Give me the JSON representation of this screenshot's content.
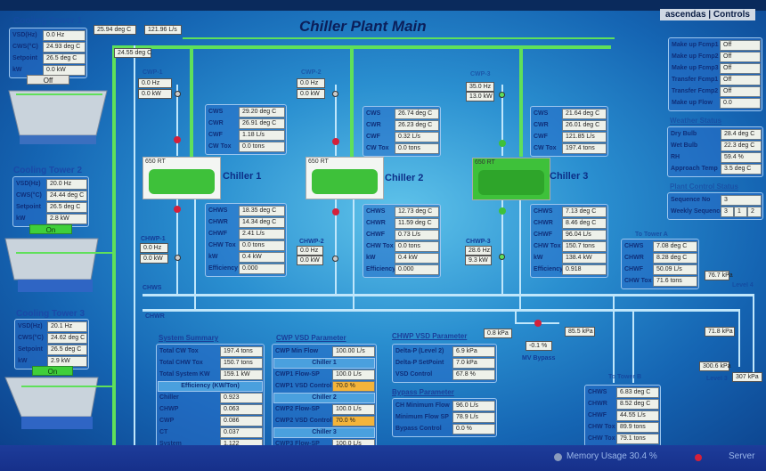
{
  "header": {
    "brand": "ascendas | Controls",
    "title": "Chiller Plant Main"
  },
  "cooling_towers": [
    {
      "title": "Cooling Tower 1",
      "state": "Off",
      "rows": [
        {
          "label": "VSD(Hz)",
          "value": "0.0 Hz"
        },
        {
          "label": "CWS(°C)",
          "value": "24.93 deg C"
        },
        {
          "label": "Setpoint",
          "value": "26.5 deg C"
        },
        {
          "label": "kW",
          "value": "0.0 kW"
        }
      ]
    },
    {
      "title": "Cooling Tower 2",
      "state": "On",
      "rows": [
        {
          "label": "VSD(Hz)",
          "value": "20.0 Hz"
        },
        {
          "label": "CWS(°C)",
          "value": "24.44 deg C"
        },
        {
          "label": "Setpoint",
          "value": "26.5 deg C"
        },
        {
          "label": "kW",
          "value": "2.8 kW"
        }
      ]
    },
    {
      "title": "Cooling Tower 3",
      "state": "On",
      "rows": [
        {
          "label": "VSD(Hz)",
          "value": "20.1 Hz"
        },
        {
          "label": "CWS(°C)",
          "value": "24.62 deg C"
        },
        {
          "label": "Setpoint",
          "value": "26.5 deg C"
        },
        {
          "label": "kW",
          "value": "2.9 kW"
        }
      ]
    }
  ],
  "header_readouts": {
    "cwr_temp": "25.94 deg C",
    "cw_flow": "121.96 L/s",
    "cws_temp": "24.55 deg C"
  },
  "chillers": [
    {
      "name": "Chiller 1",
      "capacity": "650 RT",
      "cwp": {
        "label": "CWP-1",
        "hz": "0.0 Hz",
        "kw": "0.0 kW"
      },
      "chwp": {
        "label": "CHWP-1",
        "hz": "0.0 Hz",
        "kw": "0.0 kW"
      },
      "cw": [
        {
          "label": "CWS",
          "value": "29.20 deg C"
        },
        {
          "label": "CWR",
          "value": "26.91 deg C"
        },
        {
          "label": "CWF",
          "value": "1.18 L/s"
        },
        {
          "label": "CW Tox",
          "value": "0.0 tons"
        }
      ],
      "chw": [
        {
          "label": "CHWS",
          "value": "18.35 deg C"
        },
        {
          "label": "CHWR",
          "value": "14.34 deg C"
        },
        {
          "label": "CHWF",
          "value": "2.41 L/s"
        },
        {
          "label": "CHW Tox",
          "value": "0.0 tons"
        },
        {
          "label": "kW",
          "value": "0.4 kW"
        },
        {
          "label": "Efficiency",
          "value": "0.000"
        }
      ]
    },
    {
      "name": "Chiller 2",
      "capacity": "650 RT",
      "cwp": {
        "label": "CWP-2",
        "hz": "0.0 Hz",
        "kw": "0.0 kW"
      },
      "chwp": {
        "label": "CHWP-2",
        "hz": "0.0 Hz",
        "kw": "0.0 kW"
      },
      "cw": [
        {
          "label": "CWS",
          "value": "26.74 deg C"
        },
        {
          "label": "CWR",
          "value": "26.23 deg C"
        },
        {
          "label": "CWF",
          "value": "0.32 L/s"
        },
        {
          "label": "CW Tox",
          "value": "0.0 tons"
        }
      ],
      "chw": [
        {
          "label": "CHWS",
          "value": "12.73 deg C"
        },
        {
          "label": "CHWR",
          "value": "11.59 deg C"
        },
        {
          "label": "CHWF",
          "value": "0.73 L/s"
        },
        {
          "label": "CHW Tox",
          "value": "0.0 tons"
        },
        {
          "label": "kW",
          "value": "0.4 kW"
        },
        {
          "label": "Efficiency",
          "value": "0.000"
        }
      ]
    },
    {
      "name": "Chiller 3",
      "capacity": "650 RT",
      "cwp": {
        "label": "CWP-3",
        "hz": "35.0 Hz",
        "kw": "13.0 kW"
      },
      "chwp": {
        "label": "CHWP-3",
        "hz": "28.6 Hz",
        "kw": "9.3 kW"
      },
      "cw": [
        {
          "label": "CWS",
          "value": "21.64 deg C"
        },
        {
          "label": "CWR",
          "value": "26.01 deg C"
        },
        {
          "label": "CWF",
          "value": "121.85 L/s"
        },
        {
          "label": "CW Tox",
          "value": "197.4 tons"
        }
      ],
      "chw": [
        {
          "label": "CHWS",
          "value": "7.13 deg C"
        },
        {
          "label": "CHWR",
          "value": "8.46 deg C"
        },
        {
          "label": "CHWF",
          "value": "96.04 L/s"
        },
        {
          "label": "CHW Tox",
          "value": "150.7 tons"
        },
        {
          "label": "kW",
          "value": "138.4 kW"
        },
        {
          "label": "Efficiency",
          "value": "0.918"
        }
      ]
    }
  ],
  "makeup": {
    "rows": [
      {
        "label": "Make up Fcmp1",
        "value": "Off"
      },
      {
        "label": "Make up Fcmp2",
        "value": "Off"
      },
      {
        "label": "Make up Fcmp3",
        "value": "Off"
      },
      {
        "label": "Transfer Fcmp1",
        "value": "Off"
      },
      {
        "label": "Transfer Fcmp2",
        "value": "Off"
      },
      {
        "label": "Make up Flow",
        "value": "0.0"
      }
    ]
  },
  "weather": {
    "title": "Weather Status",
    "rows": [
      {
        "label": "Dry Bulb",
        "value": "28.4 deg C"
      },
      {
        "label": "Wet Bulb",
        "value": "22.3 deg C"
      },
      {
        "label": "RH",
        "value": "59.4 %"
      },
      {
        "label": "Approach Temp",
        "value": "3.5 deg C"
      }
    ]
  },
  "plant_control": {
    "title": "Plant Control Status",
    "sequence_label": "Sequence No",
    "sequence_value": "3",
    "weekly_label": "Weekly Sequence",
    "weekly": [
      "3",
      "1",
      "2"
    ]
  },
  "tower_a": {
    "title": "To Tower A",
    "rows": [
      {
        "label": "CHWS",
        "value": "7.08 deg C"
      },
      {
        "label": "CHWR",
        "value": "8.28 deg C"
      },
      {
        "label": "CHWF",
        "value": "50.09 L/s"
      },
      {
        "label": "CHW Tox",
        "value": "71.6 tons"
      }
    ]
  },
  "tower_b": {
    "title": "To Tower B",
    "rows": [
      {
        "label": "CHWS",
        "value": "6.83 deg C"
      },
      {
        "label": "CHWR",
        "value": "8.52 deg C"
      },
      {
        "label": "CHWF",
        "value": "44.55 L/s"
      },
      {
        "label": "CHW Tox",
        "value": "89.9 tons"
      },
      {
        "label": "CHW Tox",
        "value": "79.1 tons"
      }
    ]
  },
  "pressures": {
    "p1": "76.7 kPa",
    "level4": "Level 4",
    "p2": "71.8 kPa",
    "p3": "300.6 kPa",
    "p4": "307 kPa",
    "level3": "Level 3"
  },
  "pipes": {
    "chws": "CHWS",
    "chwr": "CHWR"
  },
  "bypass_valve": {
    "dp_left": "0.8 kPa",
    "dp_right": "85.5 kPa",
    "position": "-0.1 %",
    "label": "MV Bypass"
  },
  "system_summary": {
    "title": "System Summary",
    "rows": [
      {
        "label": "Total CW Tox",
        "value": "197.4 tons"
      },
      {
        "label": "Total CHW Tox",
        "value": "150.7 tons"
      },
      {
        "label": "Total System KW",
        "value": "159.1 kW"
      }
    ],
    "eff_title": "Efficiency (KW/Ton)",
    "eff_rows": [
      {
        "label": "Chiller",
        "value": "0.923"
      },
      {
        "label": "CHWP",
        "value": "0.063"
      },
      {
        "label": "CWP",
        "value": "0.086"
      },
      {
        "label": "CT",
        "value": "0.037"
      },
      {
        "label": "System",
        "value": "1.122"
      }
    ]
  },
  "cwp_vsd": {
    "title": "CWP VSD Parameter",
    "min_flow_label": "CWP Min Flow",
    "min_flow": "100.00 L/s",
    "groups": [
      {
        "head": "Chiller 1",
        "rows": [
          {
            "label": "CWP1 Flow-SP",
            "value": "100.0 L/s"
          },
          {
            "label": "CWP1 VSD Control",
            "value": "70.0 %"
          }
        ]
      },
      {
        "head": "Chiller 2",
        "rows": [
          {
            "label": "CWP2 Flow-SP",
            "value": "100.0 L/s"
          },
          {
            "label": "CWP2 VSD Control",
            "value": "70.0 %"
          }
        ]
      },
      {
        "head": "Chiller 3",
        "rows": [
          {
            "label": "CWP3 Flow-SP",
            "value": "100.0 L/s"
          }
        ]
      }
    ]
  },
  "chwp_vsd": {
    "title": "CHWP VSD Parameter",
    "rows": [
      {
        "label": "Delta-P (Level 2)",
        "value": "6.9 kPa"
      },
      {
        "label": "Delta-P SetPoint",
        "value": "7.0 kPa"
      },
      {
        "label": "VSD Control",
        "value": "67.8 %"
      }
    ]
  },
  "bypass": {
    "title": "Bypass Parameter",
    "rows": [
      {
        "label": "CH Minimum Flow",
        "value": "96.0 L/s"
      },
      {
        "label": "Minimum Flow SP",
        "value": "78.9 L/s"
      },
      {
        "label": "Bypass Control",
        "value": "0.0 %"
      }
    ]
  },
  "status_bar": {
    "memory": "Memory Usage  30.4 %",
    "server": "Server"
  }
}
